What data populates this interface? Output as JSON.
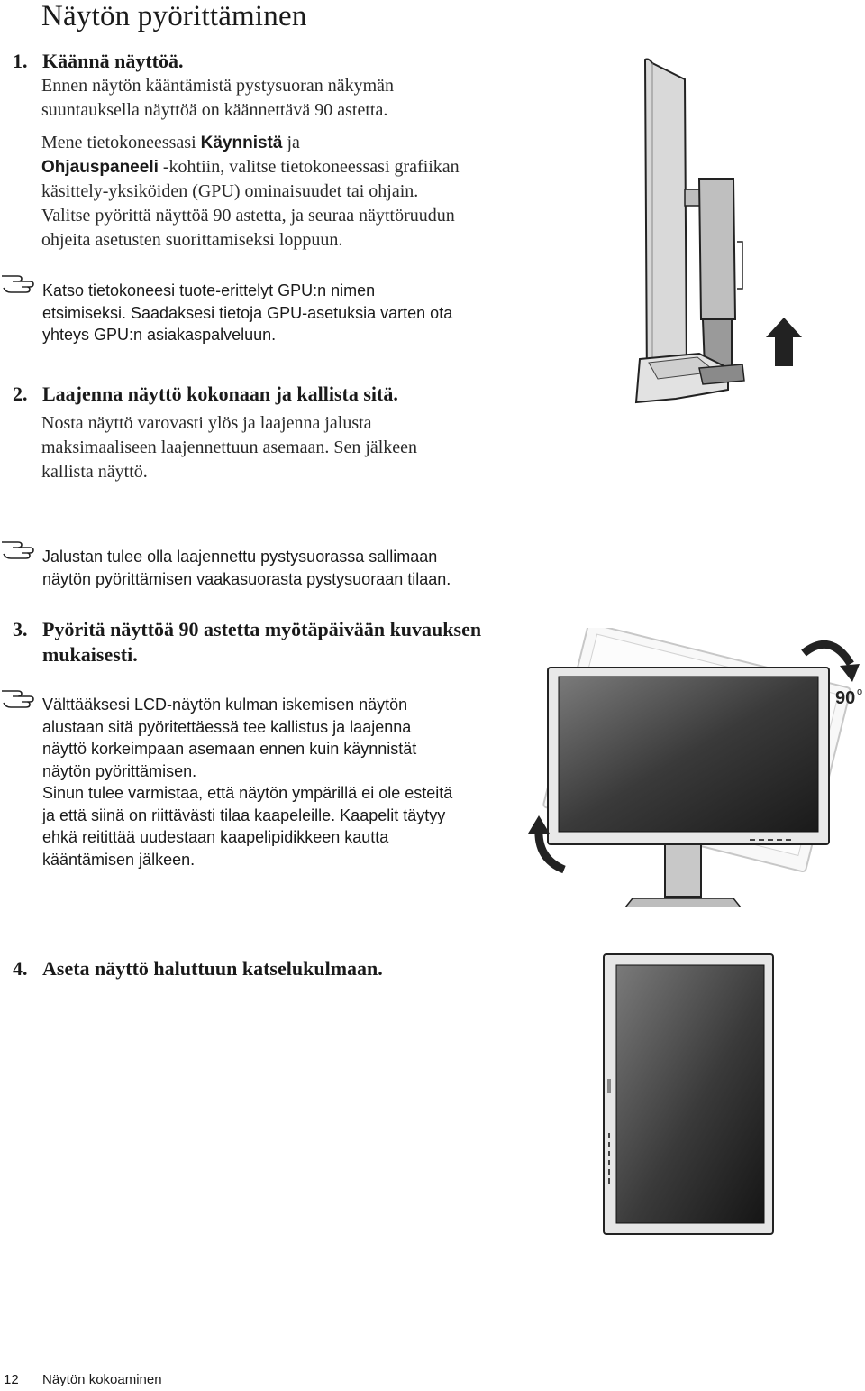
{
  "page": {
    "title": "Näytön pyörittäminen"
  },
  "steps": [
    {
      "number": "1.",
      "heading": "Käännä näyttöä.",
      "paragraphs": [
        "Ennen näytön kääntämistä pystysuoran näkymän",
        "suuntauksella näyttöä on käännettävä 90 astetta."
      ],
      "instruction": {
        "line1_prefix": "Mene tietokoneessasi ",
        "line1_bold": "Käynnistä",
        "line1_suffix": " ja",
        "line2_bold": "Ohjauspaneeli",
        "line2_suffix": " -kohtiin, valitse tietokoneessasi grafiikan",
        "line3": "käsittely-yksiköiden (GPU) ominaisuudet tai ohjain.",
        "line4": "Valitse pyörittä näyttöä 90 astetta, ja seuraa näyttöruudun",
        "line5": "ohjeita asetusten suorittamiseksi loppuun."
      },
      "note": [
        "Katso tietokoneesi tuote-erittelyt GPU:n nimen",
        "etsimiseksi. Saadaksesi tietoja GPU-asetuksia varten ota",
        "yhteys GPU:n asiakaspalveluun."
      ]
    },
    {
      "number": "2.",
      "heading": "Laajenna näyttö kokonaan ja kallista sitä.",
      "paragraphs": [
        "Nosta näyttö varovasti ylös ja laajenna jalusta",
        "maksimaaliseen laajennettuun asemaan. Sen jälkeen",
        "kallista näyttö."
      ],
      "note": [
        "Jalustan tulee olla laajennettu pystysuorassa sallimaan",
        "näytön pyörittämisen vaakasuorasta pystysuoraan tilaan."
      ]
    },
    {
      "number": "3.",
      "heading_line1": "Pyöritä näyttöä 90 astetta myötäpäivään kuvauksen",
      "heading_line2": "mukaisesti.",
      "note": [
        "Välttääksesi LCD-näytön kulman iskemisen näytön",
        "alustaan sitä pyöritettäessä tee kallistus ja laajenna",
        "näyttö korkeimpaan asemaan ennen kuin käynnistät",
        "näytön pyörittämisen.",
        "Sinun tulee varmistaa, että näytön ympärillä ei ole esteitä",
        "ja että siinä on riittävästi tilaa kaapeleille. Kaapelit täytyy",
        "ehkä reitittää uudestaan kaapelipidikkeen kautta",
        "kääntämisen jälkeen."
      ],
      "rotation_label": "90",
      "rotation_unit": "o"
    },
    {
      "number": "4.",
      "heading": "Aseta näyttö haluttuun katselukulmaan."
    }
  ],
  "footer": {
    "page_number": "12",
    "section": "Näytön kokoaminen"
  },
  "icons": {
    "note": "pointing-hand-icon",
    "up_arrow": "up-arrow-icon",
    "rotate_cw": "rotate-clockwise-icon",
    "rotate_ccw": "rotate-counterclockwise-icon"
  }
}
